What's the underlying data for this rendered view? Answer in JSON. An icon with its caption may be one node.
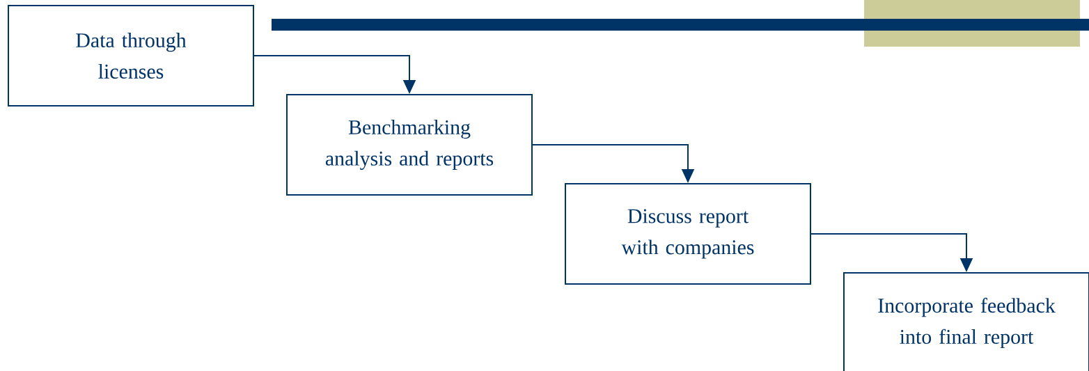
{
  "diagram": {
    "nodes": [
      {
        "text": [
          "Data through licenses"
        ]
      },
      {
        "text": [
          "Benchmarking analysis and reports"
        ]
      },
      {
        "text": [
          "Discuss report with companies"
        ]
      },
      {
        "text": [
          "Incorporate feedback into final report"
        ]
      }
    ],
    "edges": [
      {
        "from": 0,
        "to": 1,
        "arrow": "to"
      },
      {
        "from": 1,
        "to": 2,
        "arrow": "to"
      },
      {
        "from": 2,
        "to": 3,
        "arrow": "to"
      }
    ]
  }
}
